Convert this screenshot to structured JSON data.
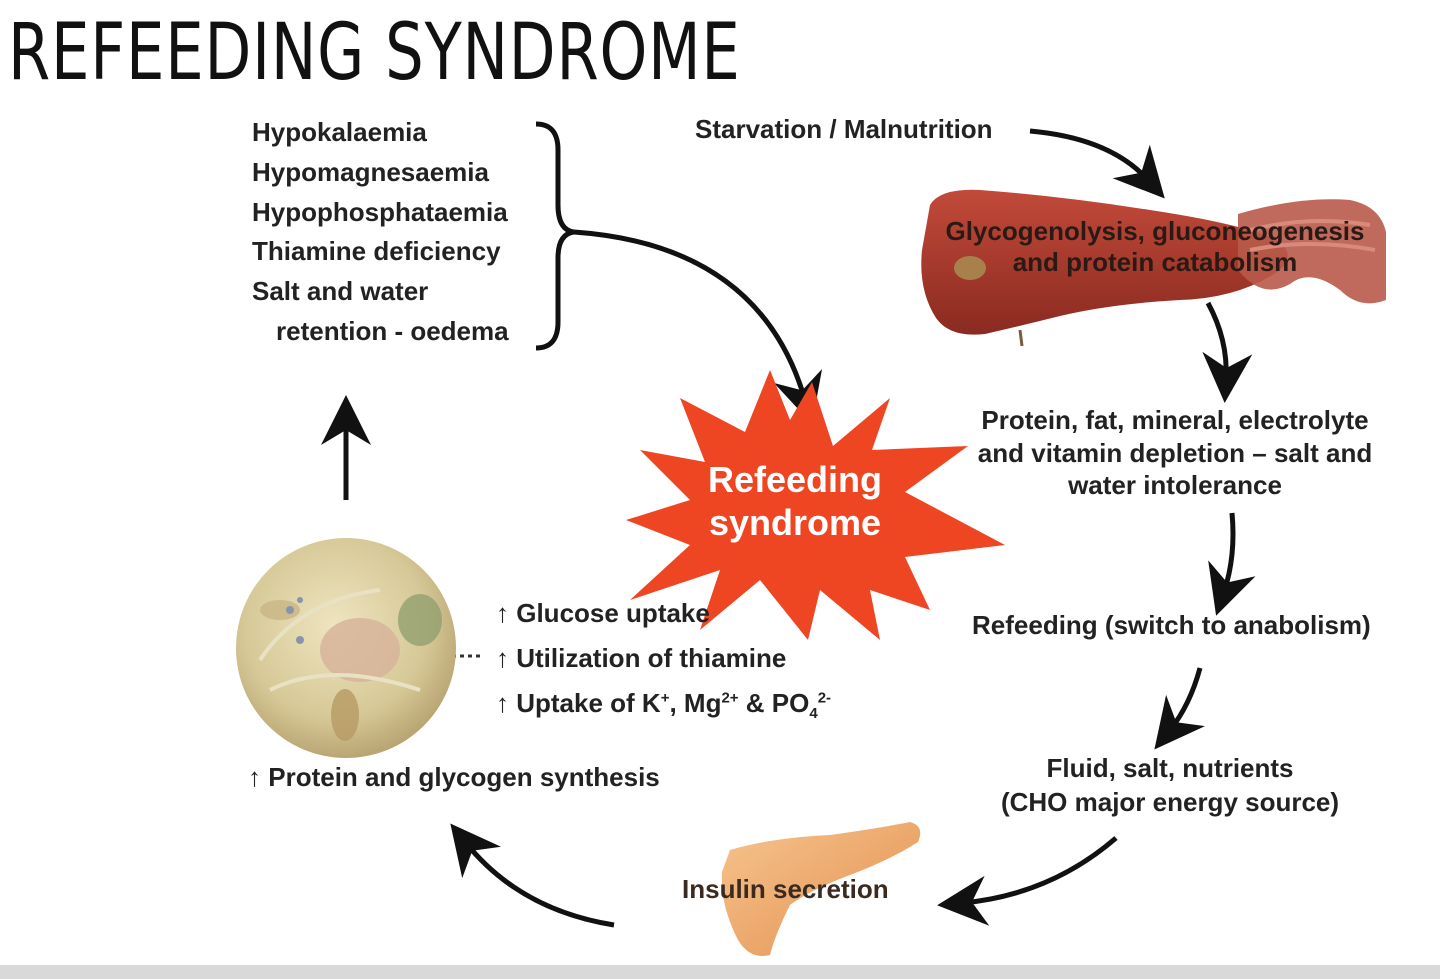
{
  "title": "REFEEDING SYNDROME",
  "symptoms": [
    "Hypokalaemia",
    "Hypomagnesaemia",
    "Hypophosphataemia",
    "Thiamine deficiency",
    "Salt and water",
    "retention - oedema"
  ],
  "center": {
    "line1": "Refeeding",
    "line2": "syndrome"
  },
  "cycle": {
    "starvation": "Starvation / Malnutrition",
    "glyco_line1": "Glycogenolysis, gluconeogenesis",
    "glyco_line2": "and protein catabolism",
    "depletion_line1": "Protein, fat, mineral, electrolyte",
    "depletion_line2": "and vitamin depletion – salt and",
    "depletion_line3": "water intolerance",
    "refeeding": "Refeeding (switch to anabolism)",
    "fluid_line1": "Fluid, salt, nutrients",
    "fluid_line2": "(CHO major energy source)",
    "insulin": "Insulin secretion",
    "protein": "Protein and glycogen synthesis"
  },
  "cell_effects": {
    "glucose": "Glucose uptake",
    "thiamine": "Utilization of thiamine",
    "uptake": "Uptake of K",
    "uptake_k_sup": "+",
    "uptake_mid": ", Mg",
    "uptake_mg_sup": "2+",
    "uptake_amp": " & PO",
    "uptake_po_sub": "4",
    "uptake_po_sup": "2-"
  },
  "icons": {
    "up": "↑",
    "liver": "liver-illustration",
    "muscle": "muscle-illustration",
    "cell": "cell-illustration",
    "pancreas": "pancreas-illustration",
    "burst": "starburst"
  },
  "colors": {
    "burst": "#ee4523",
    "liver": "#a8382a",
    "muscle": "#b34b3c",
    "cell": "#d9cda1",
    "pancreas": "#f0ad6f",
    "arrow": "#111111"
  }
}
